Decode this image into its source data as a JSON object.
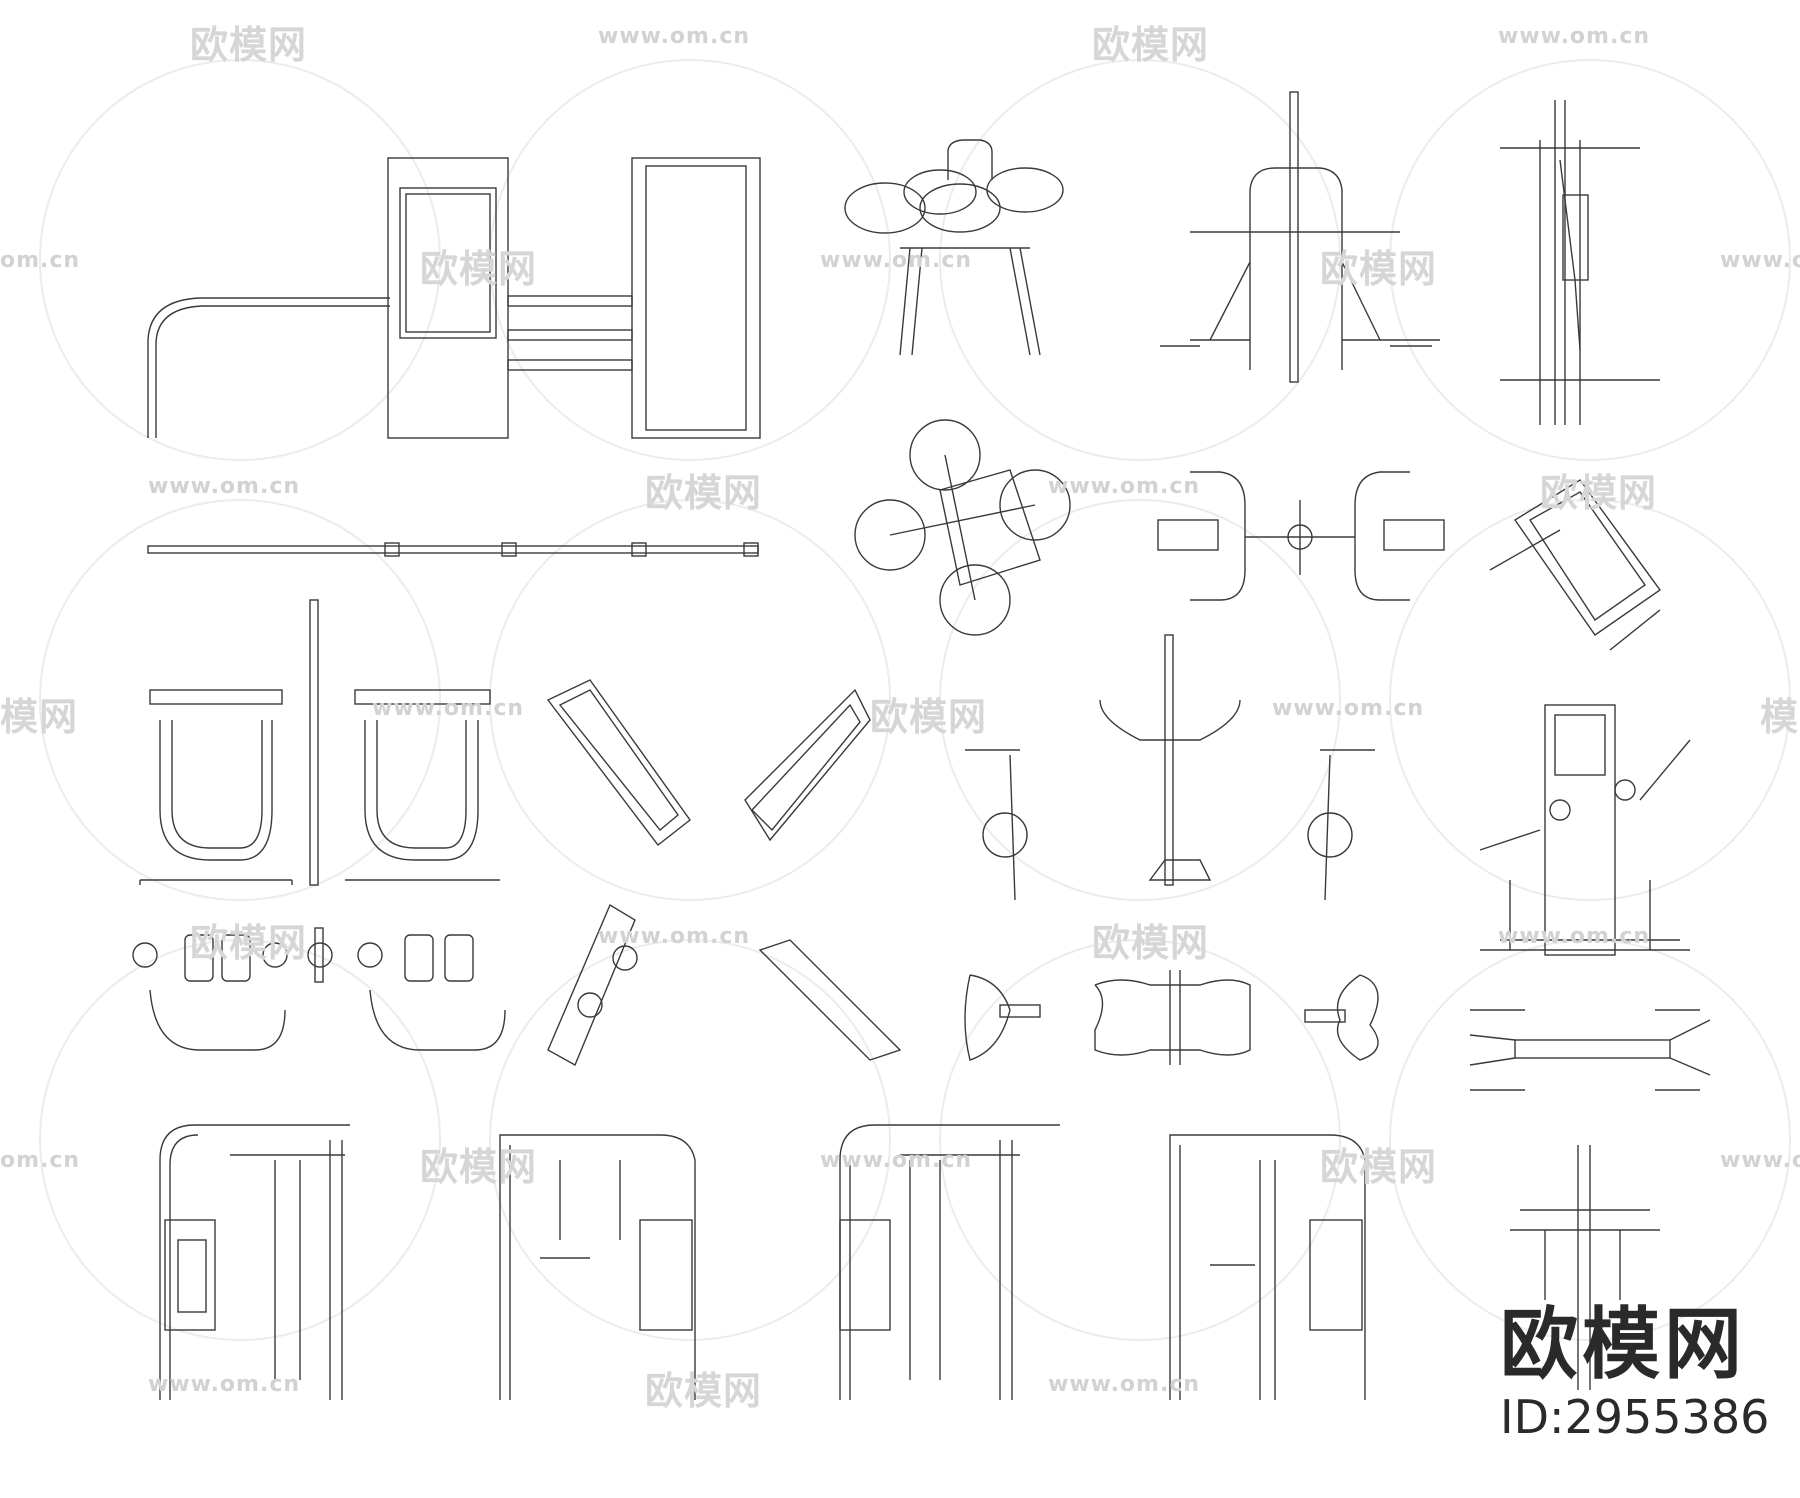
{
  "watermark": {
    "brand": "欧模网",
    "url": "www.om.cn",
    "url_partial": "om.cn",
    "brand_partial": "模网",
    "color": "#d2d2d2"
  },
  "stamp": {
    "brand": "欧模网",
    "id_text": "ID:2955386",
    "color": "#2a2a2a"
  },
  "drawing": {
    "line_color": "#3a3a3a",
    "background": "#ffffff"
  }
}
